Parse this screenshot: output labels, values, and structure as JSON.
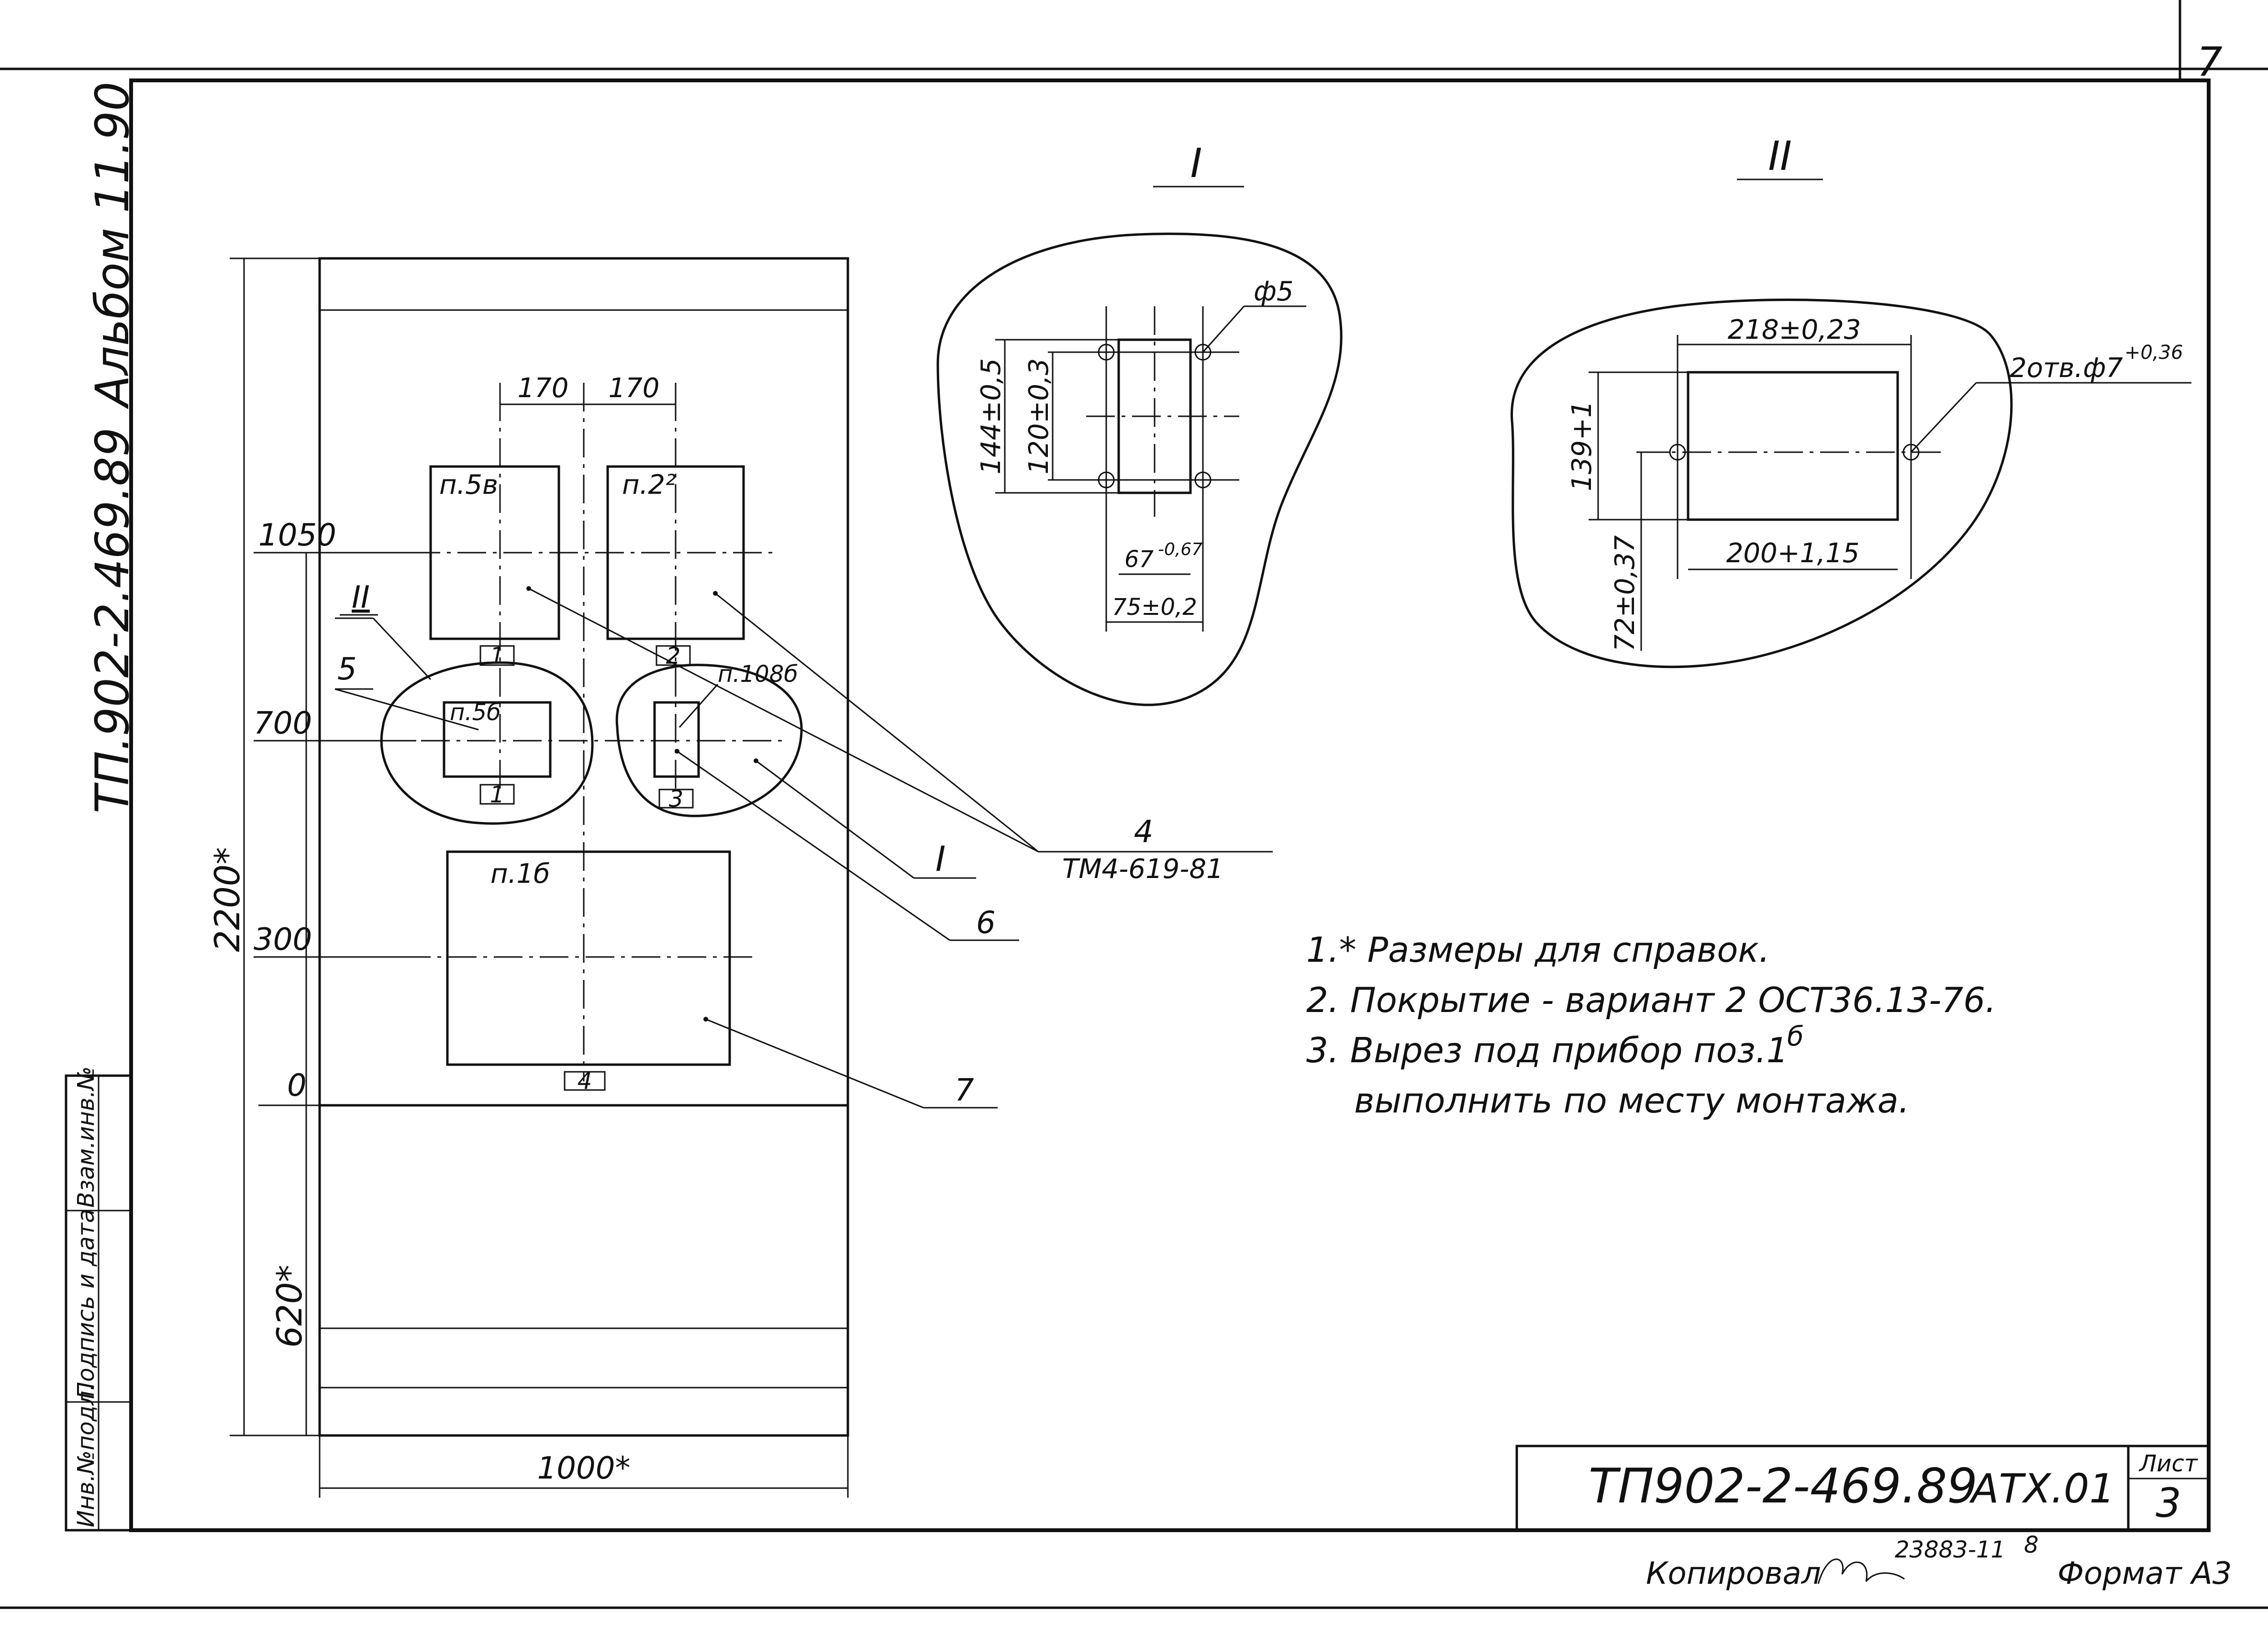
{
  "sheet": {
    "page_number": "7",
    "side_album": "Альбом 11.90",
    "side_project": "ТП.902-2.469.89"
  },
  "side_stamp": {
    "inv_orig": "Инв.№подл.",
    "signature_date": "Подпись и дата",
    "replaced_inv": "Взам.инв.№"
  },
  "front_view": {
    "dim_total_height": "2200*",
    "dim_bottom": "620*",
    "dim_width": "1000*",
    "level_1050": "1050",
    "level_700": "700",
    "level_300": "300",
    "level_0": "0",
    "spacing_left": "170",
    "spacing_right": "170",
    "panel_a_label": "п.5в",
    "panel_b_label": "п.2²",
    "panel_c_label": "п.5б",
    "panel_d_label": "п.108б",
    "panel_e_label": "п.1б",
    "box_1a": "1",
    "box_2": "2",
    "box_1b": "1",
    "box_3": "3",
    "box_4": "4",
    "view_marker_II": "II",
    "callout_5": "5",
    "callout_4": "4",
    "callout_4_ref": "ТМ4-619-81",
    "callout_I": "I",
    "callout_6": "6",
    "callout_7": "7"
  },
  "detail_I": {
    "title": "I",
    "dim_hole": "ф5",
    "dim_144": "144±0,5",
    "dim_120": "120±0,3",
    "dim_67": "67",
    "dim_67_tol": "-0,67",
    "dim_75": "75±0,2"
  },
  "detail_II": {
    "title": "II",
    "dim_218": "218±0,23",
    "dim_holes": "2отв.ф7",
    "dim_holes_tol": "+0,36",
    "dim_139": "139+1",
    "dim_72": "72±0,37",
    "dim_200": "200+1,15"
  },
  "notes": [
    "1.* Размеры для справок.",
    "2. Покрытие - вариант 2  ОСТ36.13-76.",
    "3. Вырез  под прибор поз.1",
    "выполнить по месту монтажа."
  ],
  "note_sup": "б",
  "title_block": {
    "designation": "ТП902-2-469.89",
    "code": "АТХ.01",
    "sheet_label": "Лист",
    "sheet_number": "3"
  },
  "footer": {
    "copied": "Копировал",
    "order_number": "23883-11",
    "order_sheet": "8",
    "format": "Формат А3"
  }
}
